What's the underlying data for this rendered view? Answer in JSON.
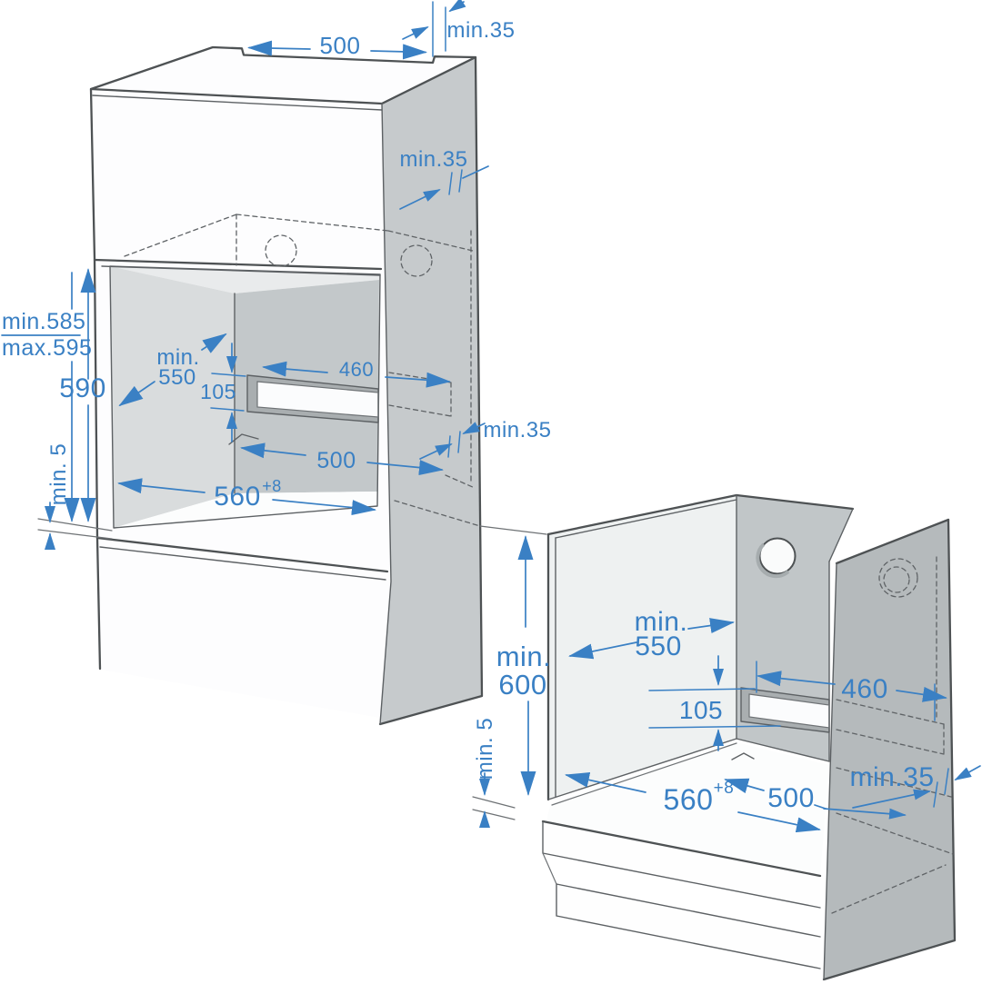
{
  "palette": {
    "dimension_blue": "#3a80c4",
    "outline_dark": "#4e5254",
    "hidden_edge_gray": "#5f6366",
    "side_panel_gray": "#c6cacc",
    "back_wall_gray": "#c2c7c9",
    "right_panel_gray": "#b5babc",
    "light_wall_gray": "#eef1f1",
    "niche_left_wall_gray": "#d9dcdd",
    "slot_edge_gray": "#a9aeb0",
    "background": "#ffffff"
  },
  "left_diagram": {
    "name": "tall-cabinet-built-in-oven-niche",
    "labels": {
      "top_cutout_width": "500",
      "top_rear_clearance": "min.35",
      "side_rear_clearance": "min.35",
      "niche_height_min": "min.585",
      "niche_height_max": "max.595",
      "front_height": "590",
      "bottom_clearance": "min. 5",
      "niche_depth_line1": "min.",
      "niche_depth_line2": "550",
      "vent_slot_height": "105",
      "vent_slot_width": "460",
      "vent_slot_depth": "500",
      "mid_rear_clearance": "min.35",
      "niche_width": "560",
      "niche_width_tolerance": "+8"
    }
  },
  "right_diagram": {
    "name": "base-cabinet-built-in-oven-niche",
    "labels": {
      "niche_height_line1": "min.",
      "niche_height_line2": "600",
      "bottom_clearance": "min. 5",
      "niche_depth_line1": "min.",
      "niche_depth_line2": "550",
      "vent_slot_height": "105",
      "vent_slot_width": "460",
      "niche_width": "560",
      "niche_width_tolerance": "+8",
      "vent_slot_depth": "500",
      "rear_clearance": "min.35"
    }
  }
}
